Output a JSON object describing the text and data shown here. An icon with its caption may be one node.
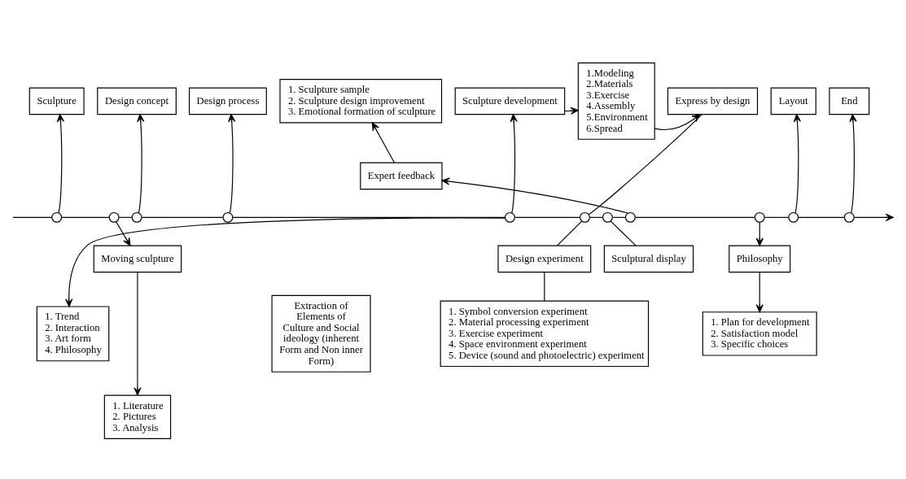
{
  "diagram": {
    "nodes": [
      {
        "text": [
          "Sculpture"
        ]
      },
      {
        "text": [
          "Design concept"
        ]
      },
      {
        "text": [
          "Design process"
        ]
      },
      {
        "text": [
          "Sculpture development"
        ]
      },
      {
        "text": [
          "1.Modeling",
          "2.Materials",
          "3.Exercise",
          "4.Assembly",
          "5.Environment",
          "6.Spread"
        ]
      },
      {
        "text": [
          "Express by design"
        ]
      },
      {
        "text": [
          "1. Sculpture sample",
          "2. Sculpture design improvement",
          "3. Emotional formation of sculpture"
        ]
      },
      {
        "text": [
          "Layout"
        ]
      },
      {
        "text": [
          "End"
        ]
      },
      {
        "text": [
          "Expert feedback"
        ]
      },
      {
        "text": [],
        "shape": "circle"
      },
      {
        "text": [],
        "shape": "circle"
      },
      {
        "text": [],
        "shape": "circle"
      },
      {
        "text": [],
        "shape": "circle"
      },
      {
        "text": [],
        "shape": "circle"
      },
      {
        "text": [],
        "shape": "circle"
      },
      {
        "text": [],
        "shape": "circle"
      },
      {
        "text": [],
        "shape": "circle"
      },
      {
        "text": [],
        "shape": "circle"
      },
      {
        "text": [],
        "shape": "circle"
      },
      {
        "text": [],
        "shape": "circle"
      },
      {
        "text": [
          "Moving sculpture"
        ]
      },
      {
        "text": [
          "Design experiment"
        ]
      },
      {
        "text": [
          "Sculptural display"
        ]
      },
      {
        "text": [
          "Philosophy"
        ]
      },
      {
        "text": [
          "1. Trend",
          "2. Interaction",
          "3. Art form",
          "4. Philosophy"
        ]
      },
      {
        "text": [
          "1. Symbol conversion experiment",
          "2. Material processing experiment",
          "3. Exercise experiment",
          "4. Space environment experiment",
          "5. Device (sound and photoelectric) experiment"
        ]
      },
      {
        "text": [
          "Extraction of Elements of Culture and Social ideology (inherent Form and Non inner Form)"
        ]
      },
      {
        "text": [
          "1. Plan for development",
          "2. Satisfaction model",
          "3. Specific choices"
        ]
      },
      {
        "text": [
          "1. Literature",
          "2. Pictures",
          "3. Analysis"
        ]
      }
    ],
    "edges": [
      {
        "from": null,
        "to": 10,
        "arrow": "none"
      },
      {
        "from": 10,
        "to": 11,
        "arrow": "none"
      },
      {
        "from": 11,
        "to": 12,
        "arrow": "none"
      },
      {
        "from": 12,
        "to": 13,
        "arrow": "none"
      },
      {
        "from": 13,
        "to": 14,
        "arrow": "none"
      },
      {
        "from": 14,
        "to": 15,
        "arrow": "none"
      },
      {
        "from": 15,
        "to": 16,
        "arrow": "none"
      },
      {
        "from": 16,
        "to": 17,
        "arrow": "none"
      },
      {
        "from": 17,
        "to": 18,
        "arrow": "none"
      },
      {
        "from": 18,
        "to": 19,
        "arrow": "none"
      },
      {
        "from": 19,
        "to": 20,
        "arrow": "none"
      },
      {
        "from": 20,
        "to": null,
        "arrow": "to"
      },
      {
        "from": 10,
        "to": 0,
        "arrow": "to"
      },
      {
        "from": 11,
        "to": 21,
        "arrow": "to"
      },
      {
        "from": 12,
        "to": 1,
        "arrow": "to"
      },
      {
        "from": 13,
        "to": 2,
        "arrow": "to"
      },
      {
        "from": 14,
        "to": 3,
        "arrow": "to"
      },
      {
        "from": 14,
        "to": 25,
        "arrow": "to"
      },
      {
        "from": 3,
        "to": 4,
        "arrow": "to"
      },
      {
        "from": 4,
        "to": 5,
        "arrow": "to"
      },
      {
        "from": 15,
        "to": 5,
        "arrow": "none"
      },
      {
        "from": 15,
        "to": 22,
        "arrow": "none"
      },
      {
        "from": 22,
        "to": 26,
        "arrow": "none"
      },
      {
        "from": 16,
        "to": 23,
        "arrow": "none"
      },
      {
        "from": 17,
        "to": 9,
        "arrow": "to"
      },
      {
        "from": 9,
        "to": 6,
        "arrow": "to"
      },
      {
        "from": 18,
        "to": 24,
        "arrow": "to"
      },
      {
        "from": 24,
        "to": 28,
        "arrow": "to"
      },
      {
        "from": 19,
        "to": 7,
        "arrow": "to"
      },
      {
        "from": 20,
        "to": 8,
        "arrow": "to"
      },
      {
        "from": 21,
        "to": 29,
        "arrow": "to"
      }
    ]
  }
}
